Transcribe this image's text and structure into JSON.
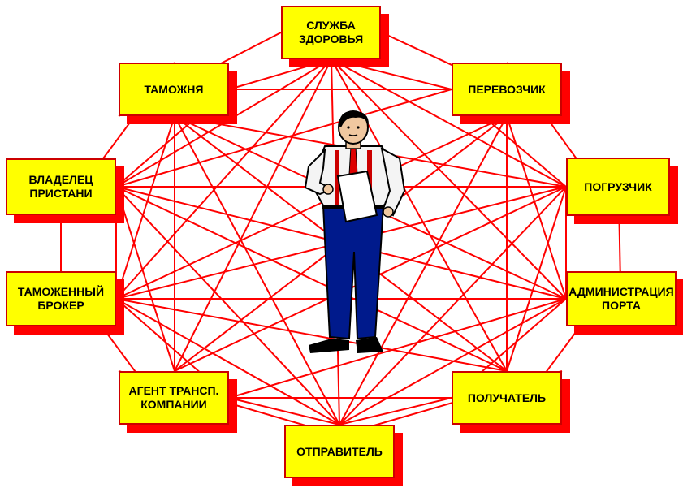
{
  "colors": {
    "box_fill": "#ffff00",
    "box_border": "#cc0000",
    "box_shadow": "#ff0000",
    "connector": "#ff0000"
  },
  "nodes": [
    {
      "id": "health-service",
      "label": "СЛУЖБА\nЗДОРОВЬЯ"
    },
    {
      "id": "customs",
      "label": "ТАМОЖНЯ"
    },
    {
      "id": "carrier",
      "label": "ПЕРЕВОЗЧИК"
    },
    {
      "id": "pier-owner",
      "label": "ВЛАДЕЛЕЦ\nПРИСТАНИ"
    },
    {
      "id": "loader",
      "label": "ПОГРУЗЧИК"
    },
    {
      "id": "customs-broker",
      "label": "ТАМОЖЕННЫЙ\nБРОКЕР"
    },
    {
      "id": "port-administration",
      "label": "АДМИНИСТРАЦИЯ\nПОРТА"
    },
    {
      "id": "shipping-agent",
      "label": "АГЕНТ ТРАНСП.\nКОМПАНИИ"
    },
    {
      "id": "receiver",
      "label": "ПОЛУЧАТЕЛЬ"
    },
    {
      "id": "sender",
      "label": "ОТПРАВИТЕЛЬ"
    }
  ],
  "figure": {
    "icon": "businessman-clipart"
  }
}
